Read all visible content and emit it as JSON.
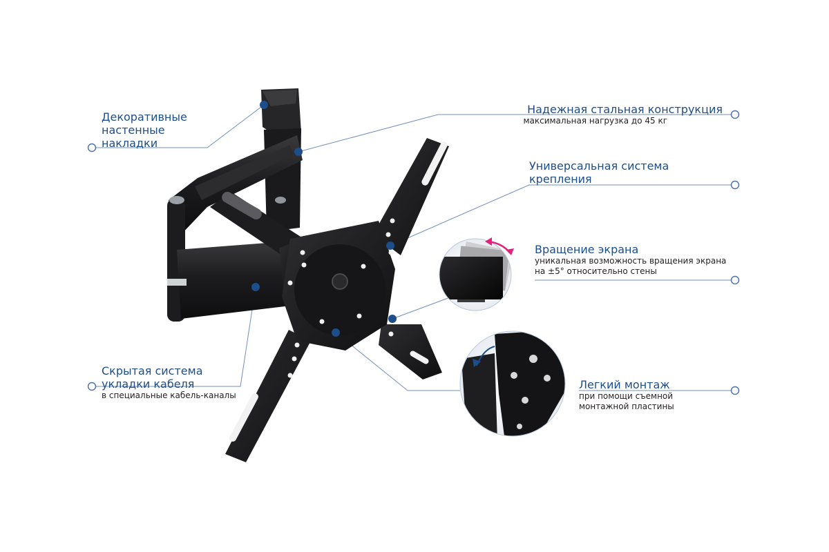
{
  "callouts": {
    "decor": {
      "title": [
        "Декоративные",
        "настенные",
        "накладки"
      ]
    },
    "steel": {
      "title": "Надежная стальная конструкция",
      "subtitle": "максимальная нагрузка до 45 кг"
    },
    "universal": {
      "title": [
        "Универсальная система",
        "крепления"
      ]
    },
    "rotate": {
      "title": "Вращение экрана",
      "subtitle": [
        "уникальная возможность вращения экрана",
        "на ±5° относительно стены"
      ]
    },
    "cable": {
      "title": [
        "Скрытая система",
        "укладки кабеля"
      ],
      "subtitle": "в специальные кабель-каналы"
    },
    "mount": {
      "title": "Легкий монтаж",
      "subtitle": [
        "при помощи съемной",
        "монтажной пластины"
      ]
    }
  },
  "colors": {
    "accent": "#1d4e8a",
    "leader_line": "#5b7fb0",
    "marker_dot": "#1d4e8a",
    "metal": "#1c1c1e",
    "arrow_pink": "#e0227e"
  }
}
